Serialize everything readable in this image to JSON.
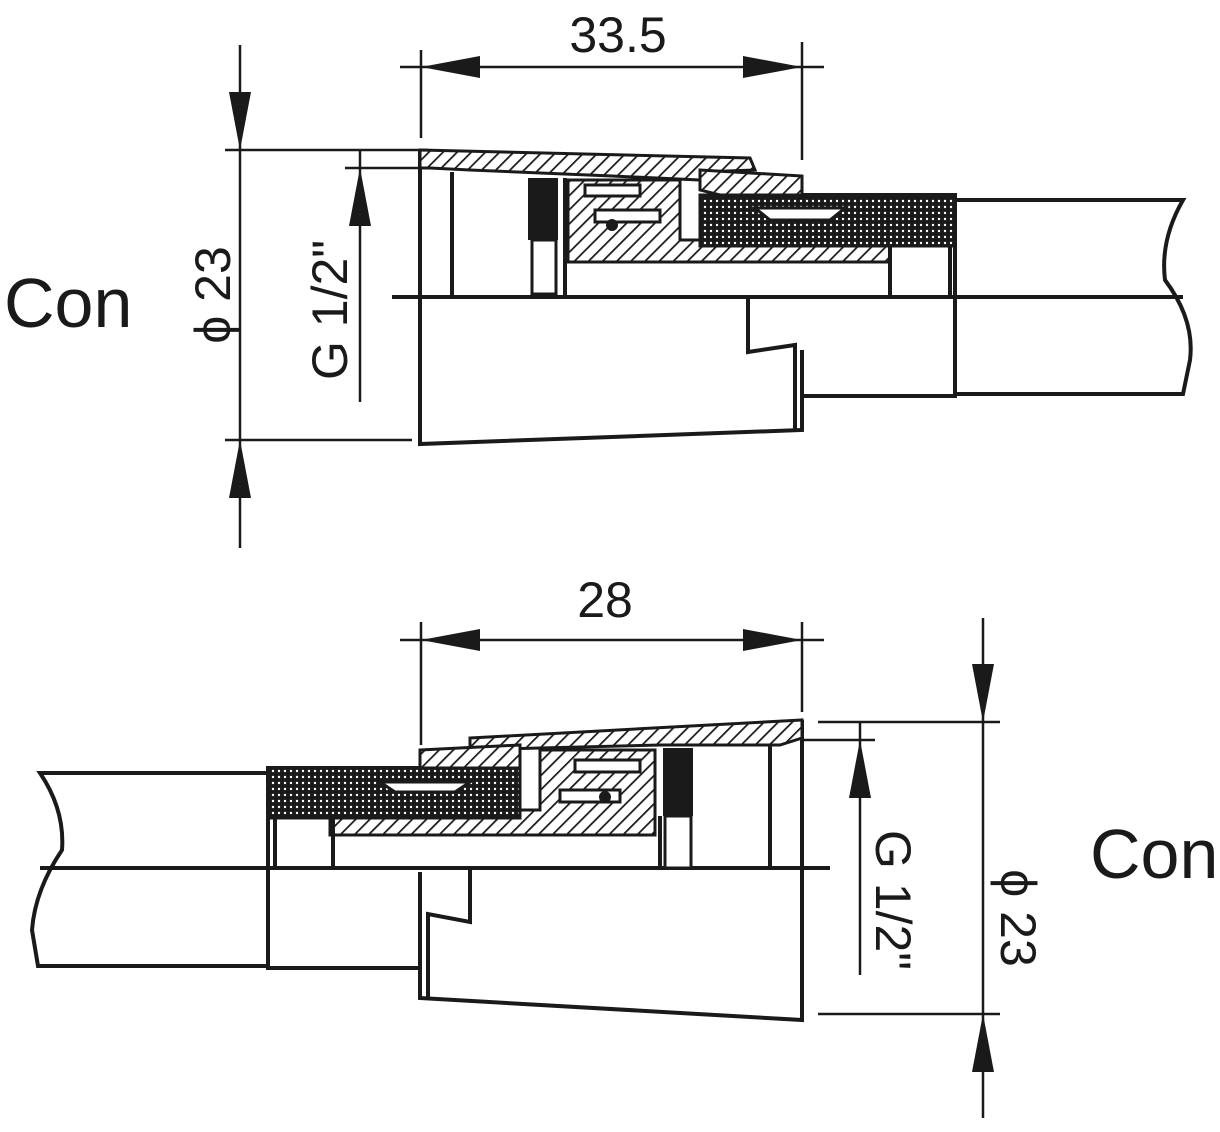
{
  "views": [
    {
      "id": "top",
      "label": "Con",
      "length_dim": "33.5",
      "diameter_dim": "ϕ 23",
      "thread_dim": "G 1/2\""
    },
    {
      "id": "bottom",
      "label": "Con",
      "length_dim": "28",
      "diameter_dim": "ϕ 23",
      "thread_dim": "G 1/2\""
    }
  ],
  "colors": {
    "ink": "#1a1a1a",
    "paper": "#ffffff"
  }
}
